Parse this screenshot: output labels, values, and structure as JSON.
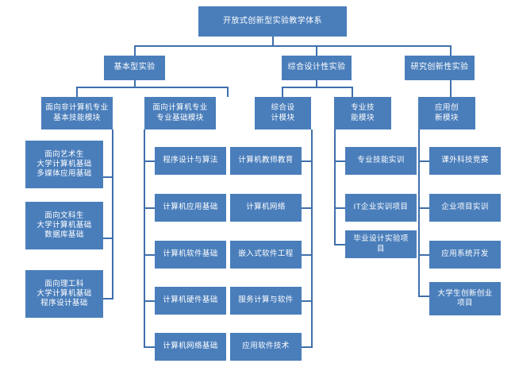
{
  "diagram": {
    "title": "开放式创新型实验教学体系",
    "type": "org-tree",
    "colors": {
      "node_fill": "#4a7ebb",
      "node_text": "#ffffff",
      "connector": "#3f6fac",
      "background": "#ffffff"
    },
    "root": {
      "label": "开放式创新型实验教学体系"
    },
    "level2": [
      {
        "label": "基本型实验"
      },
      {
        "label": "综合设计性实验"
      },
      {
        "label": "研究创新性实验"
      }
    ],
    "level3": [
      {
        "lines": [
          "面向非计算机专业",
          "基本技能模块"
        ]
      },
      {
        "lines": [
          "面向计算机专业",
          "专业基础模块"
        ]
      },
      {
        "lines": [
          "综合设",
          "计模块"
        ]
      },
      {
        "lines": [
          "专业技",
          "能模块"
        ]
      },
      {
        "lines": [
          "应用创",
          "新模块"
        ]
      }
    ],
    "col1": [
      {
        "lines": [
          "面向艺术生",
          "大学计算机基础",
          "多媒体应用基础"
        ]
      },
      {
        "lines": [
          "面向文科生",
          "大学计算机基础",
          "数据库基础"
        ]
      },
      {
        "lines": [
          "面向理工科",
          "大学计算机基础",
          "程序设计基础"
        ]
      }
    ],
    "col2": [
      {
        "lines": [
          "程序设计与算法"
        ]
      },
      {
        "lines": [
          "计算机应用基础"
        ]
      },
      {
        "lines": [
          "计算机软件基础"
        ]
      },
      {
        "lines": [
          "计算机硬件基础"
        ]
      },
      {
        "lines": [
          "计算机网络基础"
        ]
      }
    ],
    "col3": [
      {
        "lines": [
          "计算机教师教育"
        ]
      },
      {
        "lines": [
          "计算机网络"
        ]
      },
      {
        "lines": [
          "嵌入式软件工程"
        ]
      },
      {
        "lines": [
          "服务计算与软件"
        ]
      },
      {
        "lines": [
          "应用软件技术"
        ]
      }
    ],
    "col4": [
      {
        "lines": [
          "专业技能实训"
        ]
      },
      {
        "lines": [
          "IT企业实训项目"
        ]
      },
      {
        "lines": [
          "毕业设计实验项",
          "目"
        ]
      }
    ],
    "col5": [
      {
        "lines": [
          "课外科技竞赛"
        ]
      },
      {
        "lines": [
          "企业项目实训"
        ]
      },
      {
        "lines": [
          "应用系统开发"
        ]
      },
      {
        "lines": [
          "大学生创新创业",
          "项目"
        ]
      }
    ]
  }
}
